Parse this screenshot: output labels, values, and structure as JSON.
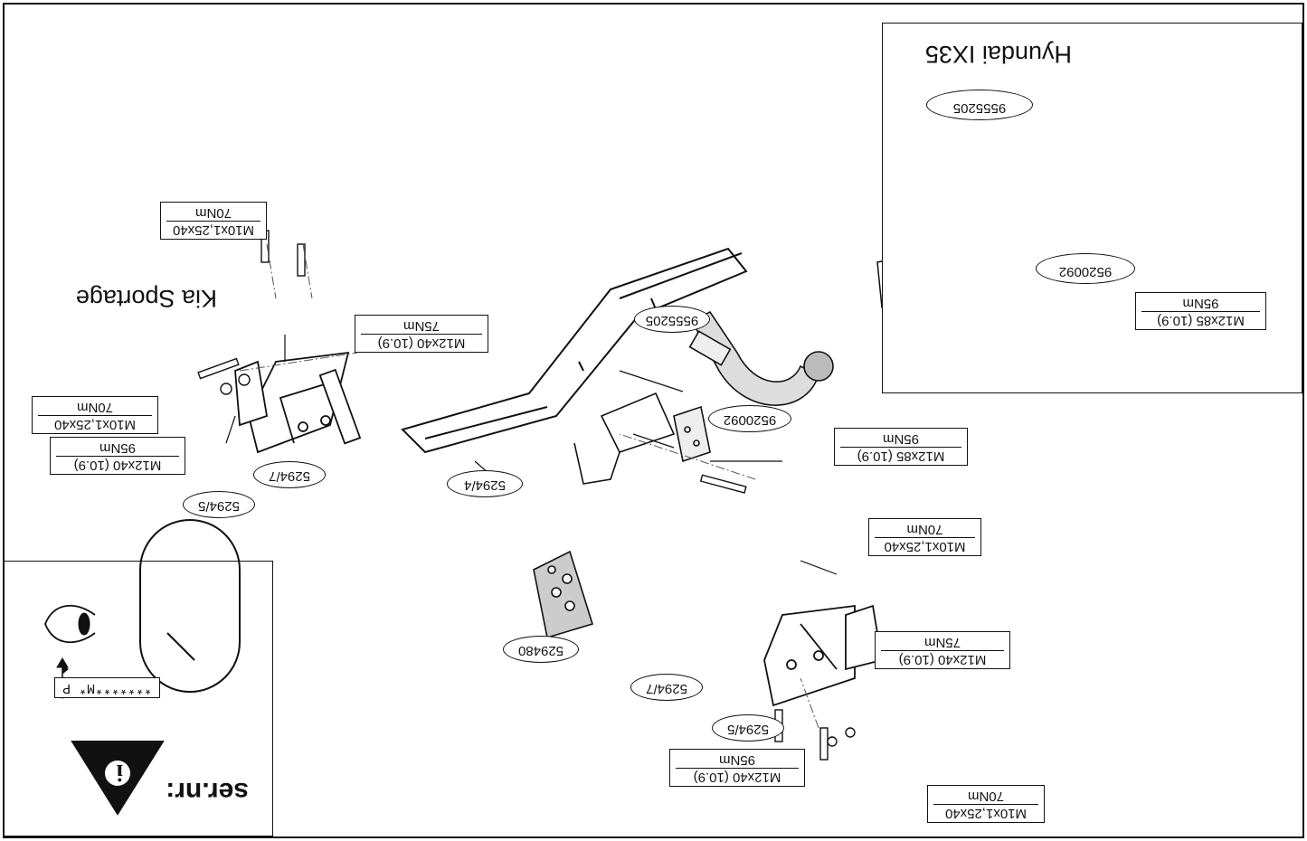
{
  "titles": {
    "main_vehicle": "Kia Sportage",
    "inset_vehicle": "Hyundai IX35"
  },
  "parts": {
    "p1": "9555205",
    "p2": "9520092",
    "p3": "5294/4",
    "p4": "5294/7",
    "p5": "5294/5",
    "p6": "5294/7",
    "p7": "5294/5",
    "p8": "529480",
    "p9": "9555205",
    "p10": "9520092"
  },
  "fasteners": {
    "f1": {
      "spec": "M10x1,25x40",
      "torque": "70Nm"
    },
    "f2": {
      "spec": "M12x40 (10.9)",
      "torque": "75Nm"
    },
    "f3": {
      "spec": "M10x1,25x40",
      "torque": "70Nm"
    },
    "f4": {
      "spec": "M12x40 (10.9)",
      "torque": "95Nm"
    },
    "f5": {
      "spec": "M12x85 (10.9)",
      "torque": "95Nm"
    },
    "f6": {
      "spec": "M10x1,25x40",
      "torque": "70Nm"
    },
    "f7": {
      "spec": "M12x40 (10.9)",
      "torque": "75Nm"
    },
    "f8": {
      "spec": "M12x40 (10.9)",
      "torque": "95Nm"
    },
    "f9": {
      "spec": "M10x1,25x40",
      "torque": "70Nm"
    },
    "f10": {
      "spec": "M12x85 (10.9)",
      "torque": "95Nm"
    }
  },
  "serial_box": {
    "serial_label": "ser.nr:",
    "plate_text": "*******M* P"
  },
  "icons": [
    "info-warning-icon",
    "eye-icon",
    "tow-ball-icon",
    "bolt-icon"
  ]
}
